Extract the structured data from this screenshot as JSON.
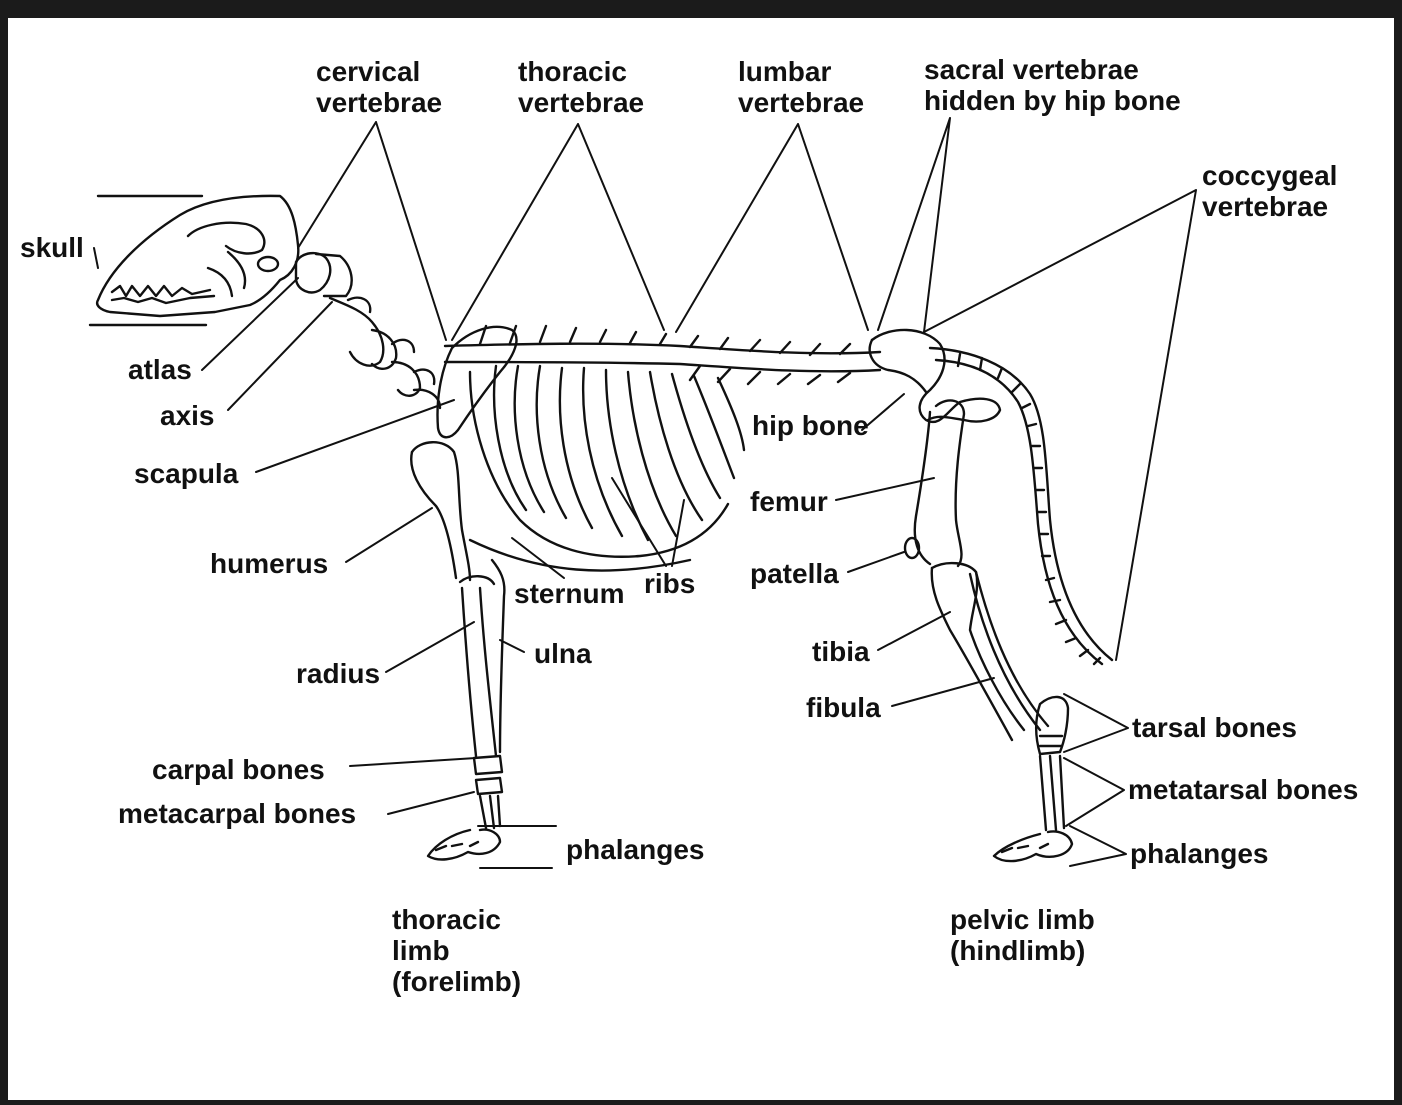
{
  "labels": {
    "cervical_vertebrae": [
      "cervical",
      "vertebrae"
    ],
    "thoracic_vertebrae": [
      "thoracic",
      "vertebrae"
    ],
    "lumbar_vertebrae": [
      "lumbar",
      "vertebrae"
    ],
    "sacral_vertebrae": [
      "sacral vertebrae",
      "hidden by hip bone"
    ],
    "coccygeal_vertebrae": [
      "coccygeal",
      "vertebrae"
    ],
    "skull": "skull",
    "atlas": "atlas",
    "axis": "axis",
    "scapula": "scapula",
    "humerus": "humerus",
    "radius": "radius",
    "ulna": "ulna",
    "sternum": "sternum",
    "ribs": "ribs",
    "carpal_bones": "carpal bones",
    "metacarpal_bones": "metacarpal bones",
    "phalanges_fore": "phalanges",
    "hip_bone": "hip bone",
    "femur": "femur",
    "patella": "patella",
    "tibia": "tibia",
    "fibula": "fibula",
    "tarsal_bones": "tarsal bones",
    "metatarsal_bones": "metatarsal bones",
    "phalanges_hind": "phalanges",
    "thoracic_limb": [
      "thoracic",
      "limb",
      "(forelimb)"
    ],
    "pelvic_limb": [
      "pelvic limb",
      "(hindlimb)"
    ]
  },
  "colors": {
    "frame": "#1b1b1b",
    "background": "#ffffff",
    "ink": "#111111"
  }
}
